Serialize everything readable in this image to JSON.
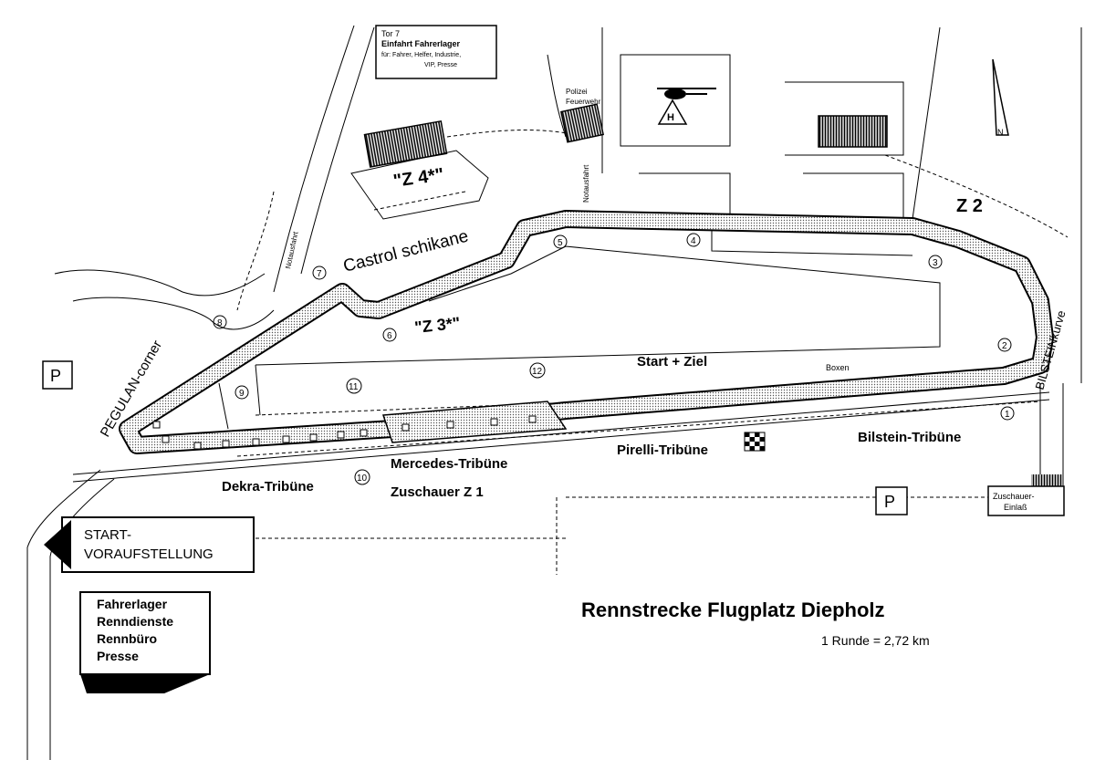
{
  "map": {
    "title": "Rennstrecke Flugplatz Diepholz",
    "lap": "1 Runde  =  2,72 km",
    "north": "N",
    "gate_box": [
      "Tor 7",
      "Einfahrt Fahrerlager",
      "für: Fahrer, Helfer, Industrie,",
      "VIP, Presse"
    ],
    "police_fire": [
      "Polizei",
      "Feuerwehr"
    ],
    "heli_letter": "H",
    "notausfahrt": "Notausfahrt",
    "zones": {
      "z1": "Zuschauer Z 1",
      "z2": "Z 2",
      "z3": "\"Z 3*\"",
      "z4": "\"Z 4*\""
    },
    "corners": {
      "castrol": "Castrol schikane",
      "pegulan": "PEGULAN-corner",
      "bilstein": "BILSTEINkurve"
    },
    "start_finish": "Start + Ziel",
    "boxen": "Boxen",
    "stands": {
      "dekra": "Dekra-Tribüne",
      "mercedes": "Mercedes-Tribüne",
      "pirelli": "Pirelli-Tribüne",
      "bilstein": "Bilstein-Tribüne"
    },
    "parking": "P",
    "spectator_entry": [
      "Zuschauer-",
      "Einlaß"
    ],
    "start_grid": [
      "START-",
      "VORAUFSTELLUNG"
    ],
    "paddock": [
      "Fahrerlager",
      "Renndienste",
      "Rennbüro",
      "Presse"
    ],
    "posts": [
      "1",
      "2",
      "3",
      "4",
      "5",
      "6",
      "7",
      "8",
      "9",
      "10",
      "11",
      "12"
    ]
  }
}
